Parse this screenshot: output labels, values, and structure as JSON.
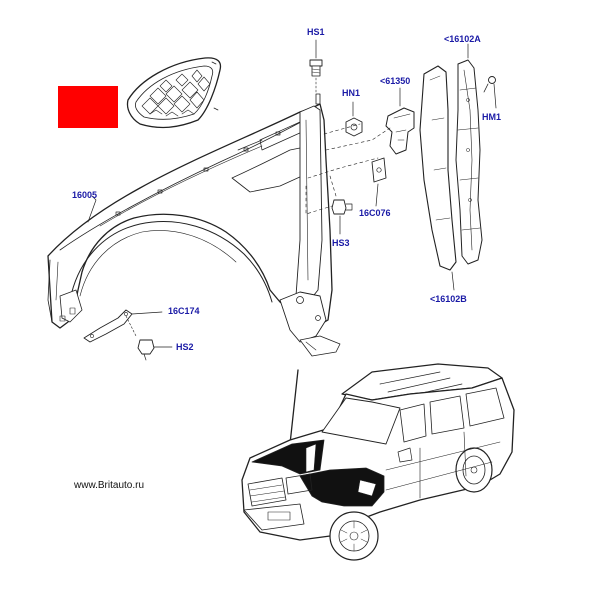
{
  "labels": {
    "hs1": "HS1",
    "p16102a": "<16102A",
    "hn1": "HN1",
    "p61350": "<61350",
    "hm1": "HM1",
    "p16005": "16005",
    "p16c076": "16C076",
    "hs3": "HS3",
    "p16102b": "<16102B",
    "p16c174": "16C174",
    "hs2": "HS2"
  },
  "website": "www.Britauto.ru",
  "colors": {
    "callout_text": "#1a1aa6",
    "highlight_marker": "#ff0000",
    "line": "#222222",
    "part_fill": "#ffffff"
  },
  "icons": {
    "highlight": "red-square-marker",
    "fender": "front-fender-part",
    "vent": "fender-vent-grille",
    "vehicle": "suv-locator-drawing"
  }
}
